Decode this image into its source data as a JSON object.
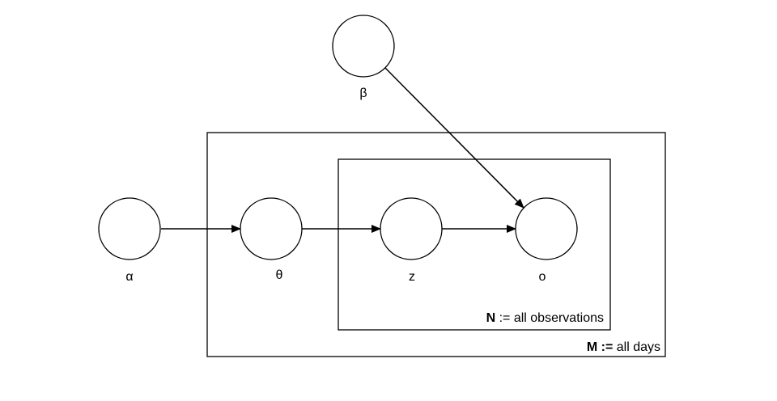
{
  "nodes": {
    "alpha": "α",
    "theta": "θ",
    "z": "z",
    "o": "o",
    "beta": "β"
  },
  "plates": {
    "outer": {
      "symbol": "M",
      "assign": " := ",
      "desc": "all days"
    },
    "inner": {
      "symbol": "N",
      "assign": " := ",
      "desc": "all observations"
    }
  }
}
